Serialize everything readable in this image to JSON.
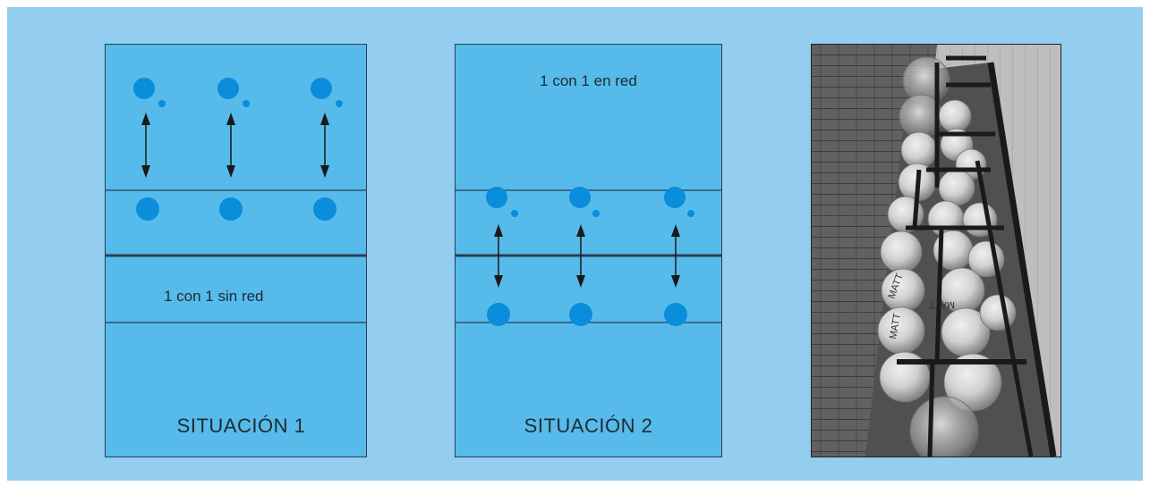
{
  "situations": [
    {
      "id": "s1",
      "name": "SITUACIÓN 1",
      "label": "1 con 1 sin red"
    },
    {
      "id": "s2",
      "name": "SITUACIÓN 2",
      "label": "1 con 1 en red"
    }
  ],
  "photo": {
    "ball_brand": "MATT"
  },
  "colors": {
    "background": "#93cdf0",
    "court": "#56bbeb",
    "player": "#0a8ddb",
    "lines": "#2c3e50",
    "arrows": "#1a1a1a"
  }
}
